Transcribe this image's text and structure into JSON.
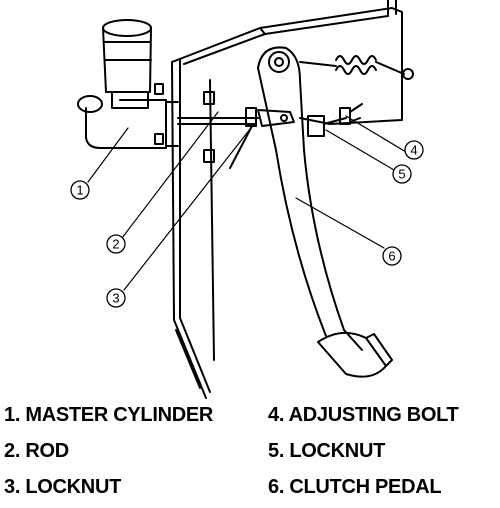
{
  "callouts": [
    "1",
    "2",
    "3",
    "4",
    "5",
    "6"
  ],
  "legend": [
    "1. MASTER CYLINDER",
    "2. ROD",
    "3. LOCKNUT",
    "4. ADJUSTING BOLT",
    "5. LOCKNUT",
    "6. CLUTCH PEDAL"
  ]
}
